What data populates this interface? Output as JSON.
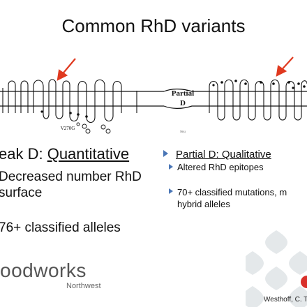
{
  "slide": {
    "title": "Common RhD variants"
  },
  "diagram": {
    "partial_label_line1": "Partial",
    "partial_label_line2": "D",
    "mutation_label": "V270G",
    "small_label": "M(s)",
    "arrow_color": "#e0391f"
  },
  "left_column": {
    "heading_prefix": "eak D: ",
    "heading_underlined": "Quantitative",
    "bullet1": "Decreased number RhD surface",
    "bullet2": "76+ classified alleles"
  },
  "right_column": {
    "heading_underlined": "Partial D: Qualitative",
    "sub1": "Altered RhD epitopes",
    "sub2_line1": "70+ classified mutations, m",
    "sub2_line2": "hybrid alleles",
    "bullet_color": "#4a76b6"
  },
  "footer": {
    "logo": "oodworks",
    "logo_sub": "Northwest",
    "citation": "Westhoff, C. T"
  }
}
